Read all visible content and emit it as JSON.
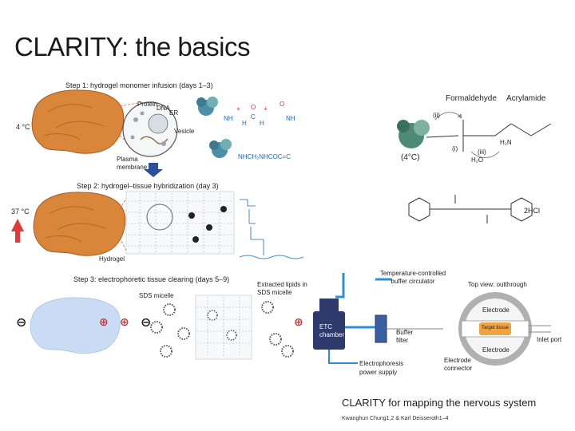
{
  "slide": {
    "title": "CLARITY: the basics"
  },
  "step1": {
    "heading": "Step 1: hydrogel monomer infusion (days 1–3)",
    "temperature": "4 °C",
    "labels": {
      "protein": "Protein",
      "dna": "DNA",
      "er": "ER",
      "vesicle": "Vesicle",
      "plasma_membrane": "Plasma membrane"
    },
    "chem": {
      "nh2_left": "NH",
      "nh2_right": "NH",
      "h_left": "H",
      "h_right": "H",
      "c": "C",
      "o1": "O",
      "o2": "O",
      "bond_chain": "NHCH₂NHCOC=C"
    },
    "formula_labels": {
      "formaldehyde": "Formaldehyde",
      "acrylamide": "Acrylamide",
      "cold": "(4°C)",
      "h2o": "H₂O",
      "step_i": "(i)",
      "step_ii": "(ii)",
      "step_iii": "(iii)",
      "h2n": "H₂N"
    }
  },
  "step2": {
    "heading": "Step 2: hydrogel–tissue hybridization (day 3)",
    "temperature": "37 °C",
    "hydrogel_label": "Hydrogel",
    "initiator_label": "2HCl"
  },
  "step3": {
    "heading": "Step 3: electrophoretic tissue clearing (days 5–9)",
    "sds_micelle": "SDS micelle",
    "extracted_lipids": "Extracted lipids in SDS micelle",
    "circulator": "Temperature-controlled buffer circulator",
    "top_view": "Top view: outthrough",
    "electrode_top": "Electrode",
    "electrode_bottom": "Electrode",
    "target_tissue": "Target tissue",
    "inlet_port": "Inlet port",
    "etc_chamber": "ETC chamber",
    "buffer_filter": "Buffer filter",
    "power_supply": "Electrophoresis power supply",
    "electrode_connector": "Electrode connector",
    "minus": "⊖",
    "plus": "⊕"
  },
  "reference": {
    "title": "CLARITY for mapping the nervous system",
    "authors": "Kwanghun Chung1,2 & Karl Deisseroth1–4"
  },
  "colors": {
    "brain": "#d9853a",
    "brain_dark": "#a85d1e",
    "arrow_blue": "#2b4f9e",
    "arrow_red": "#e03a3a",
    "chem_blue": "#1c66b8",
    "chamber": "#2d3a6b",
    "tube_blue": "#2b8fd6",
    "cleared_tissue": "#c9dcf3",
    "callout_red": "#e05555"
  }
}
